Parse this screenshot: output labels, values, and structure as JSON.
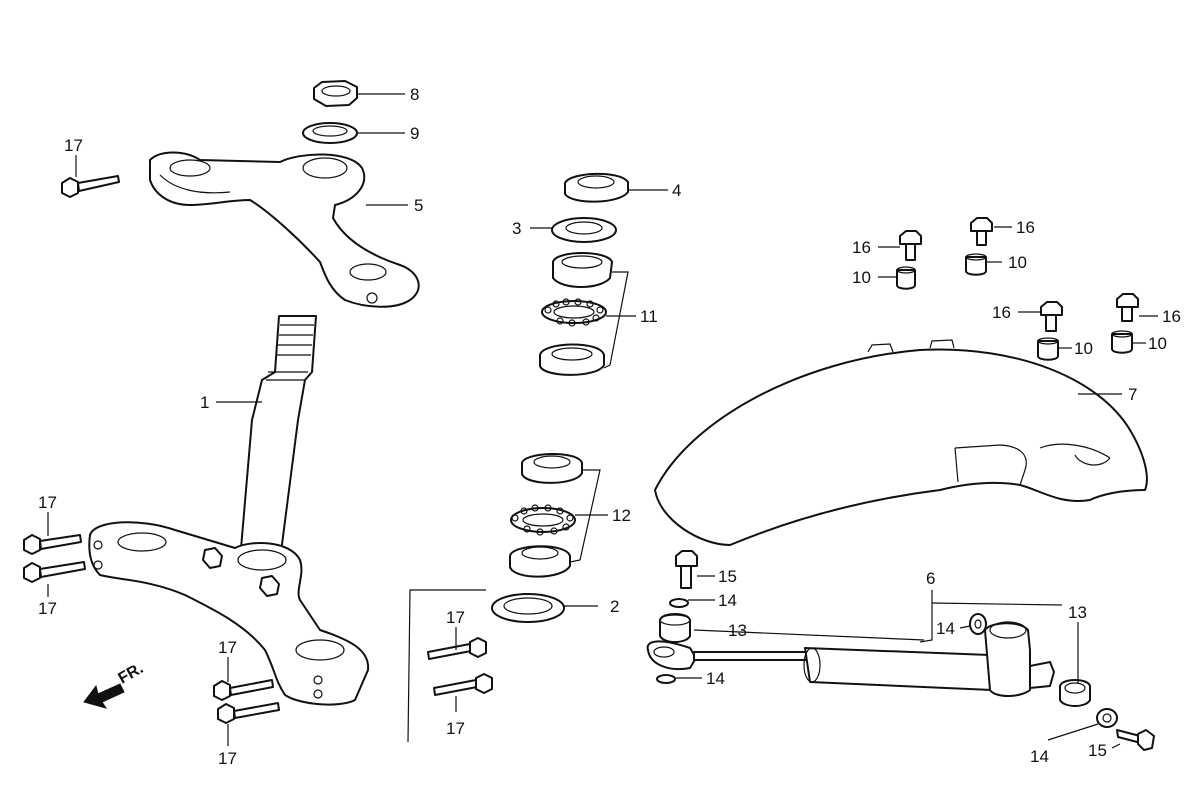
{
  "diagram": {
    "front_marker": "FR.",
    "callouts": {
      "p1": "1",
      "p2": "2",
      "p3": "3",
      "p4": "4",
      "p5": "5",
      "p6": "6",
      "p7": "7",
      "p8": "8",
      "p9": "9",
      "p10a": "10",
      "p10b": "10",
      "p10c": "10",
      "p10d": "10",
      "p11": "11",
      "p12": "12",
      "p13a": "13",
      "p13b": "13",
      "p14a": "14",
      "p14b": "14",
      "p14c": "14",
      "p14d": "14",
      "p15a": "15",
      "p15b": "15",
      "p16a": "16",
      "p16b": "16",
      "p16c": "16",
      "p16d": "16",
      "p17a": "17",
      "p17b": "17",
      "p17c": "17",
      "p17d": "17",
      "p17e": "17",
      "p17f": "17",
      "p17g": "17"
    }
  }
}
